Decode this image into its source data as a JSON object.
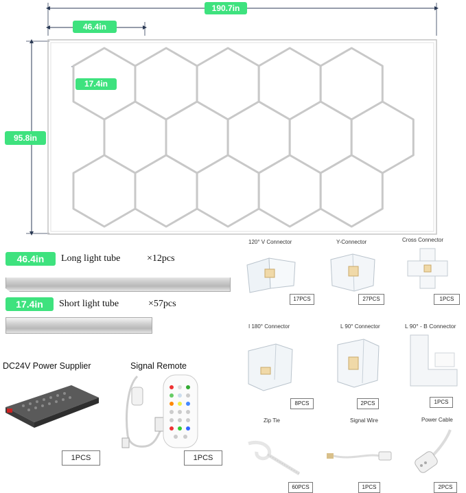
{
  "dimensions": {
    "total_width": "190.7in",
    "total_height": "95.8in",
    "tube_width": "46.4in",
    "tube_height": "17.4in"
  },
  "tubes": {
    "long": {
      "badge": "46.4in",
      "label": "Long light tube",
      "count": "×12pcs"
    },
    "short": {
      "badge": "17.4in",
      "label": "Short light tube",
      "count": "×57pcs"
    }
  },
  "accessories": {
    "power_supply": {
      "label": "DC24V Power Supplier",
      "qty": "1PCS"
    },
    "remote": {
      "label": "Signal Remote",
      "qty": "1PCS"
    },
    "v_connector": {
      "label": "120° V  Connector",
      "qty": "17PCS"
    },
    "y_connector": {
      "label": "Y-Connector",
      "qty": "27PCS"
    },
    "cross_connector": {
      "label": "Cross   Connector",
      "qty": "1PCS"
    },
    "i_connector": {
      "label": "I 180° Connector",
      "qty": "8PCS"
    },
    "l_connector": {
      "label": "L 90°   Connector",
      "qty": "2PCS"
    },
    "lb_connector": {
      "label": "L 90°  - B  Connector",
      "qty": "1PCS"
    },
    "zip_tie": {
      "label": "Zip Tie",
      "qty": "60PCS"
    },
    "signal_wire": {
      "label": "Signal Wire",
      "qty": "1PCS"
    },
    "power_cable": {
      "label": "Power Cable",
      "qty": "2PCS"
    }
  },
  "colors": {
    "accent": "#3ee27e",
    "frame": "#bdbdbd",
    "dimension_line": "#2b3a55"
  }
}
